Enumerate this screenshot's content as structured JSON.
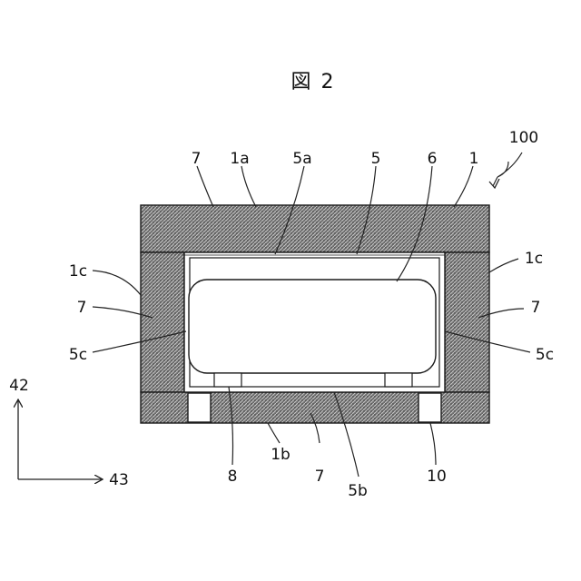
{
  "figure": {
    "title": "図 2",
    "assembly_ref": "100"
  },
  "labels": {
    "l_1": "1",
    "l_1a": "1a",
    "l_1b": "1b",
    "l_1c_left": "1c",
    "l_1c_right": "1c",
    "l_5": "5",
    "l_5a": "5a",
    "l_5b": "5b",
    "l_5c_left": "5c",
    "l_5c_right": "5c",
    "l_6": "6",
    "l_7_top": "7",
    "l_7_left": "7",
    "l_7_right": "7",
    "l_7_bottom": "7",
    "l_8": "8",
    "l_10": "10"
  },
  "axes": {
    "vertical": "42",
    "horizontal": "43"
  },
  "colors": {
    "hatch_fill": "#8a8a8a",
    "outline": "#1a1a1a",
    "background": "#ffffff"
  }
}
